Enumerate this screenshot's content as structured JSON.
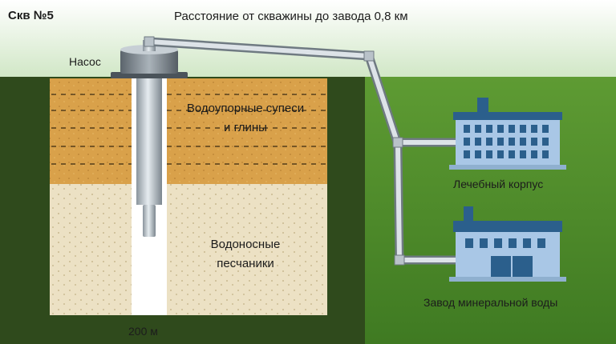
{
  "well_title": "Скв №5",
  "distance_note": "Расстояние от скважины до завода 0,8 км",
  "pump_label": "Насос",
  "layers": {
    "clay": "Водоупорные супеси и глины",
    "sand": "Водоносные песчаники"
  },
  "depth_label": "200 м",
  "buildings": [
    {
      "label": "Лечебный корпус"
    },
    {
      "label": "Завод минеральной воды"
    }
  ],
  "colors": {
    "sky": "#ffffff",
    "underground_dark": "#2f4a1c",
    "grass": "#5c9a34",
    "clay_layer": "#d9a14a",
    "sand_layer": "#ece1c4",
    "pipe": "#c4ccd4",
    "building_wall": "#a9c7e6",
    "building_roof": "#2b5f8c",
    "window": "#2b5f8c"
  },
  "icons": [
    "pump-icon",
    "pipe-icon",
    "building-icon"
  ]
}
